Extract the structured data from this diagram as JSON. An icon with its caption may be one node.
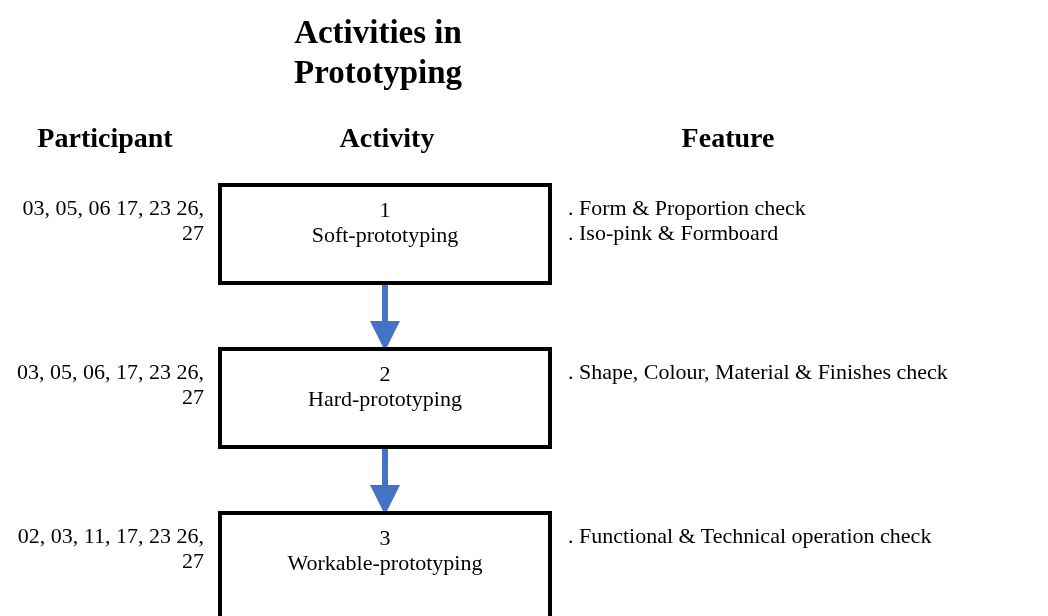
{
  "diagram": {
    "title": "Activities in Prototyping",
    "nodes": [
      {
        "text": [
          "1",
          "Soft-prototyping"
        ],
        "beside": [
          "03, 05, 06 17, 23 26, 27",
          ". Form & Proportion check",
          ". Iso-pink & Formboard"
        ]
      },
      {
        "text": [
          "2",
          "Hard-prototyping"
        ],
        "beside": [
          "03, 05, 06, 17, 23 26, 27",
          ". Shape, Colour, Material & Finishes check"
        ]
      },
      {
        "text": [
          "3",
          "Workable-prototyping"
        ],
        "beside": [
          "02, 03, 11, 17, 23 26, 27",
          ". Functional & Technical operation check"
        ]
      }
    ],
    "edges": [
      {
        "from": 0,
        "to": 1,
        "arrow": "to"
      },
      {
        "from": 1,
        "to": 2,
        "arrow": "to"
      }
    ],
    "labels": [
      "Participant",
      "Activity",
      "Feature"
    ]
  }
}
